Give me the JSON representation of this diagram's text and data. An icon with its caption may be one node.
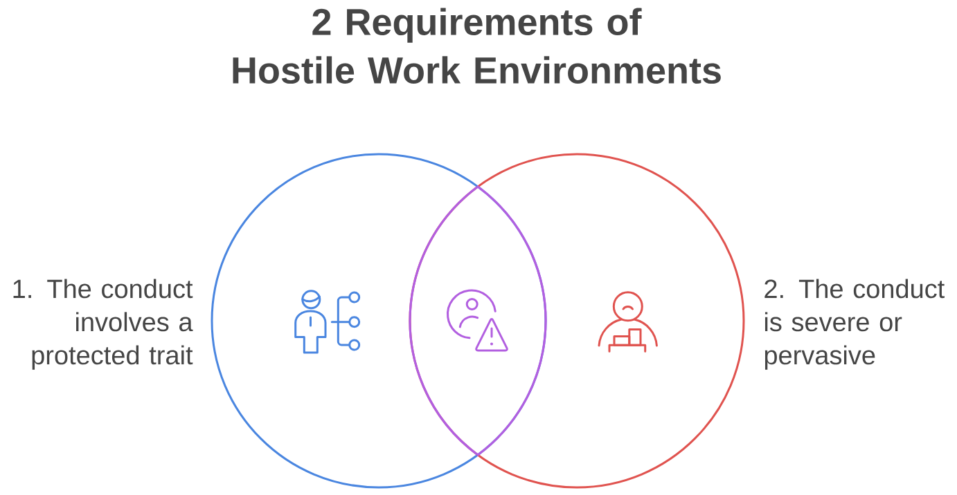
{
  "diagram": {
    "title": "2 Requirements of Hostile Work Environments",
    "nodes": [
      {
        "text": [],
        "shape": "circle",
        "beside": [
          "1. The conduct involves a protected trait"
        ]
      },
      {
        "text": [],
        "shape": "circle",
        "beside": [
          "2. The conduct is severe or pervasive"
        ]
      },
      {
        "text": [],
        "shape": "lens"
      }
    ]
  }
}
